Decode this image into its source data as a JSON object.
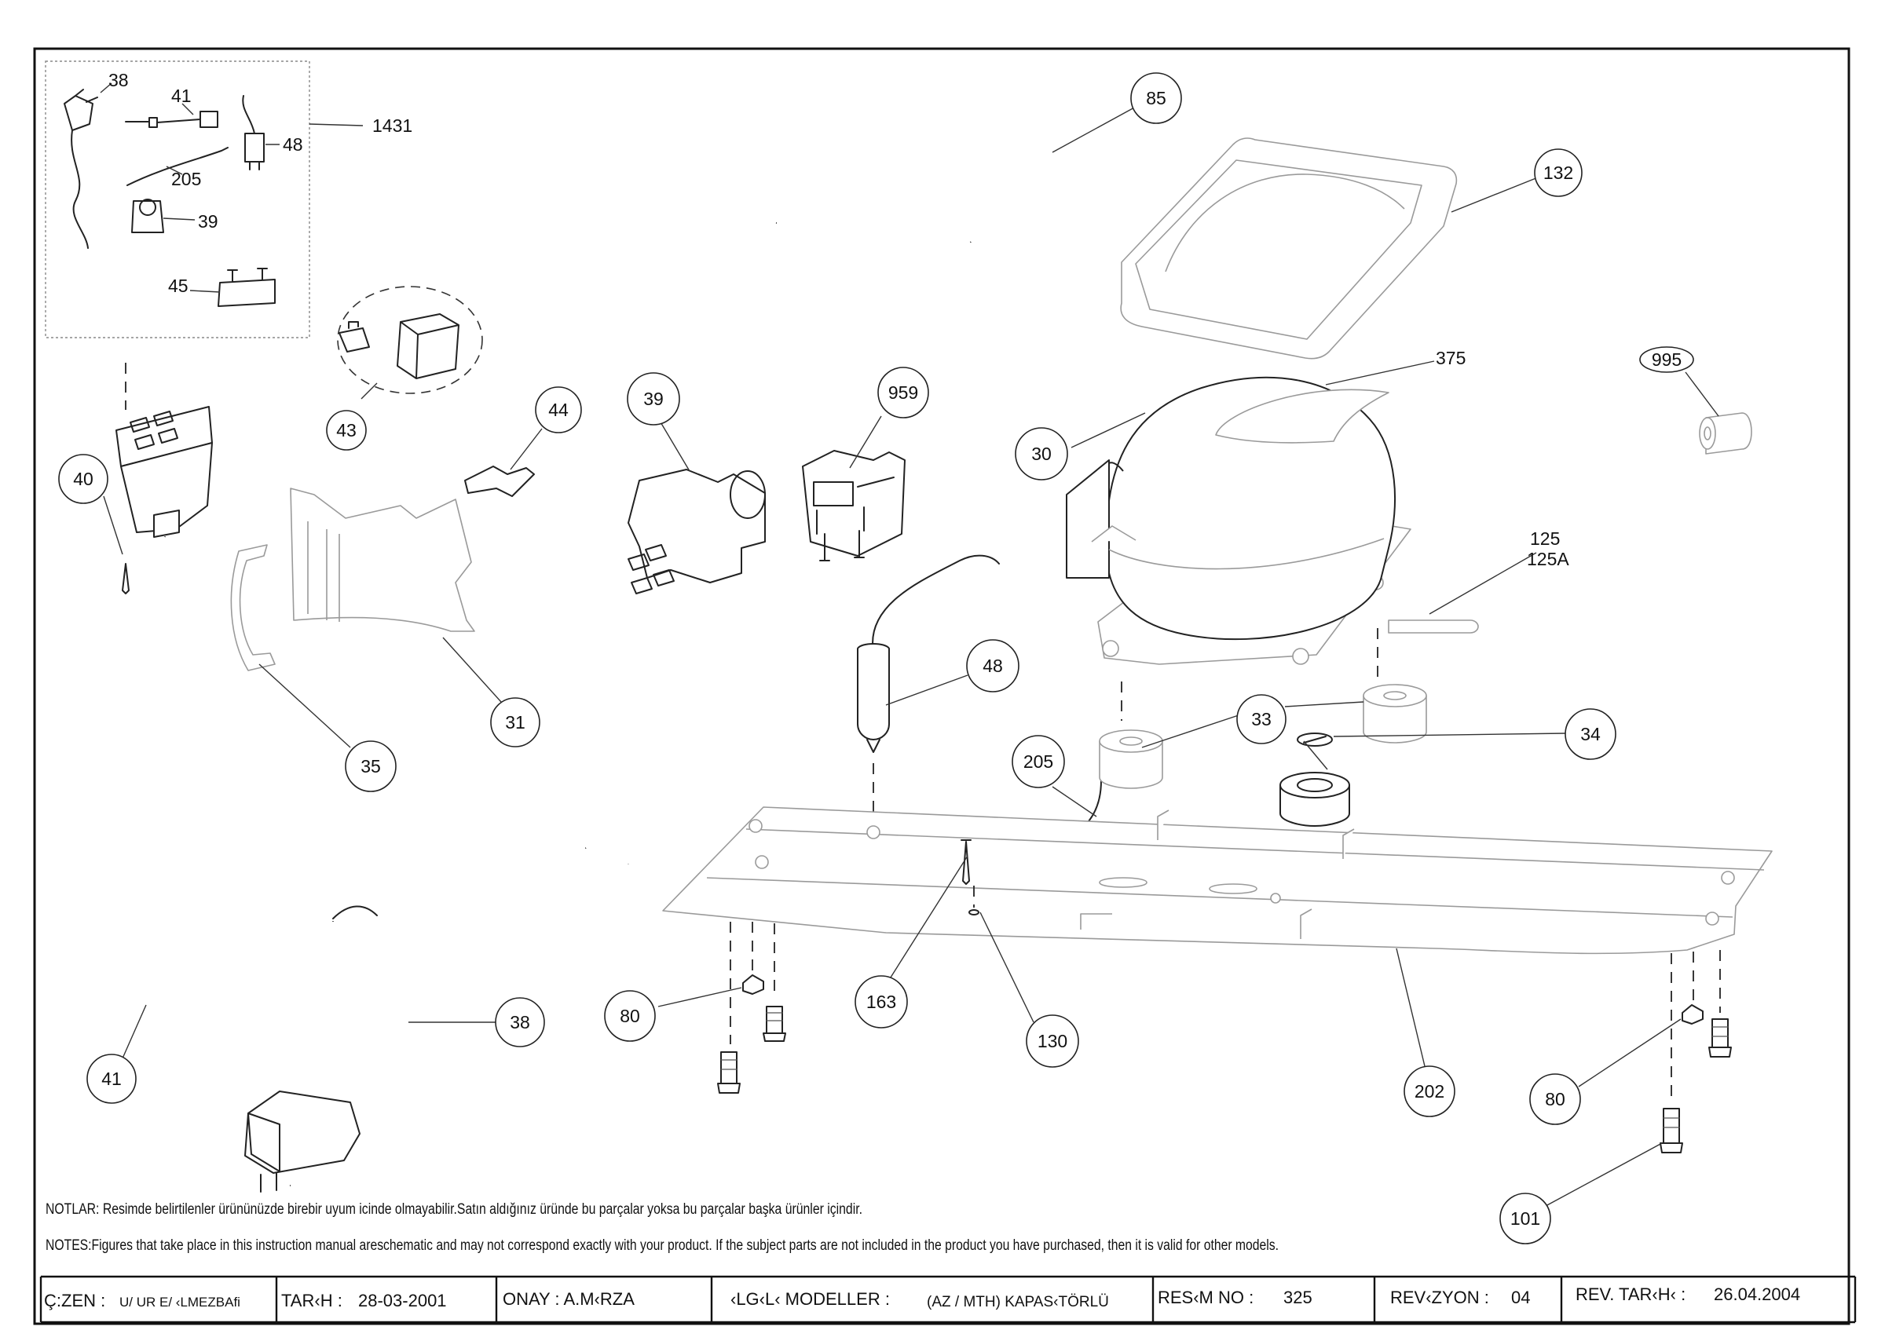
{
  "callouts": {
    "inset_38": "38",
    "inset_41": "41",
    "inset_48": "48",
    "inset_205": "205",
    "inset_39": "39",
    "inset_45": "45",
    "kit_1431": "1431",
    "c85": "85",
    "c132": "132",
    "c375": "375",
    "c995": "995",
    "c30": "30",
    "c125": "125",
    "c125a": "125A",
    "c43": "43",
    "c44": "44",
    "c39": "39",
    "c959": "959",
    "c40": "40",
    "c31": "31",
    "c35": "35",
    "c48": "48",
    "c205": "205",
    "c33": "33",
    "c34": "34",
    "c80a": "80",
    "c163": "163",
    "c130": "130",
    "c38": "38",
    "c41": "41",
    "c202": "202",
    "c80b": "80",
    "c101": "101"
  },
  "notes": {
    "tr": "NOTLAR: Resimde belirtilenler ürününüzde birebir  uyum icinde olmayabilir.Satın aldığınız üründe bu parçalar yoksa bu parçalar başka ürünler içindir.",
    "en": "NOTES:Figures that take place in this instruction manual areschematic  and may not correspond exactly with your product. If the subject parts are not included in the product you have purchased, then it is valid for other models."
  },
  "title_block": {
    "drawn_label": "Ç:ZEN :",
    "drawn_value": "U/ UR E/ ‹LMEZBAfi",
    "date_label": "TAR‹H :",
    "date_value": "28-03-2001",
    "approval": "ONAY : A.M‹RZA",
    "models_label": "‹LG‹L‹ MODELLER :",
    "models_value": "(AZ / MTH) KAPAS‹TÖRLÜ",
    "drawing_no_label": "RES‹M NO :",
    "drawing_no_value": "325",
    "revision_label": "REV‹ZYON :",
    "revision_value": "04",
    "rev_date_label": "REV. TAR‹H‹ :",
    "rev_date_value": "26.04.2004"
  }
}
